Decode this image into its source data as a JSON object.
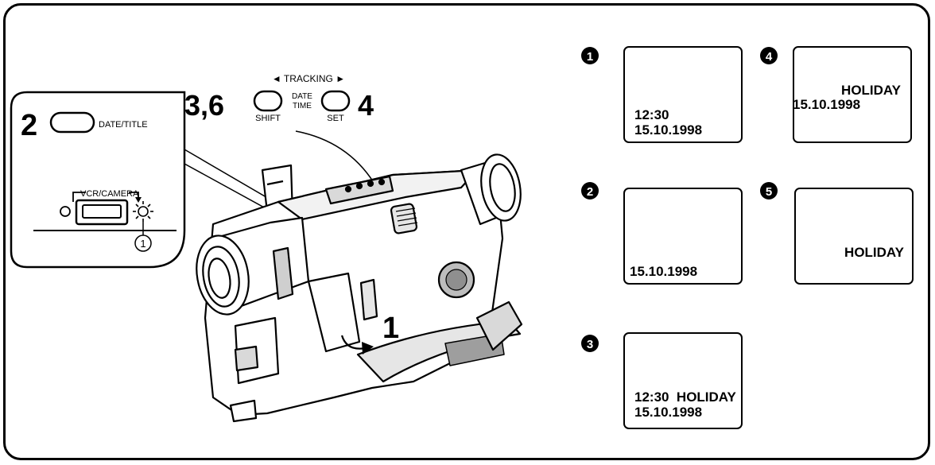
{
  "callouts": {
    "step_2": "2",
    "step_3_6": "3,6",
    "step_4": "4",
    "step_1": "1",
    "marker_1": "①"
  },
  "controls": {
    "date_title_label": "DATE/TITLE",
    "vcr_camera_label": "VCR/CAMERA",
    "tracking_label": "◄ TRACKING ►",
    "date_time_label_1": "DATE",
    "date_time_label_2": "TIME",
    "shift_label": "SHIFT",
    "set_label": "SET"
  },
  "screens": [
    {
      "badge": "1",
      "line1": "12:30",
      "line2": "15.10.1998"
    },
    {
      "badge": "2",
      "line1": "",
      "line2": "15.10.1998"
    },
    {
      "badge": "3",
      "line1": "12:30  HOLIDAY",
      "line2": "15.10.1998"
    },
    {
      "badge": "4",
      "line1": "HOLIDAY",
      "line2": "15.10.1998"
    },
    {
      "badge": "5",
      "line1": "",
      "line2": "HOLIDAY"
    }
  ]
}
